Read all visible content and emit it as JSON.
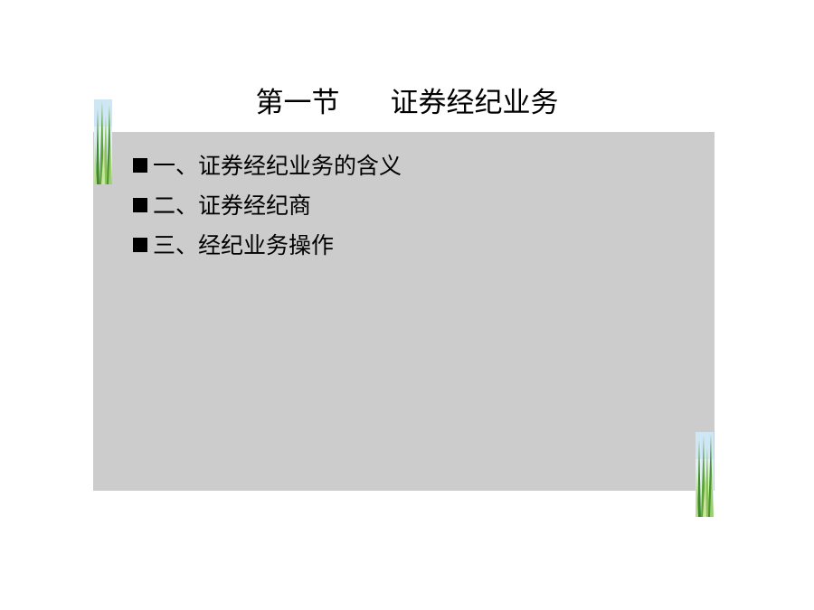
{
  "slide": {
    "title_part1": "第一节",
    "title_part2": "证券经纪业务",
    "bullets": [
      {
        "text": "一、证券经纪业务的含义"
      },
      {
        "text": "二、证券经纪商"
      },
      {
        "text": "三、经纪业务操作"
      }
    ]
  },
  "colors": {
    "panel": "#cccccc",
    "text": "#000000",
    "grass_dark": "#3f8a2a",
    "grass_light": "#b7dd8a",
    "sky": "#cfe7f5"
  }
}
